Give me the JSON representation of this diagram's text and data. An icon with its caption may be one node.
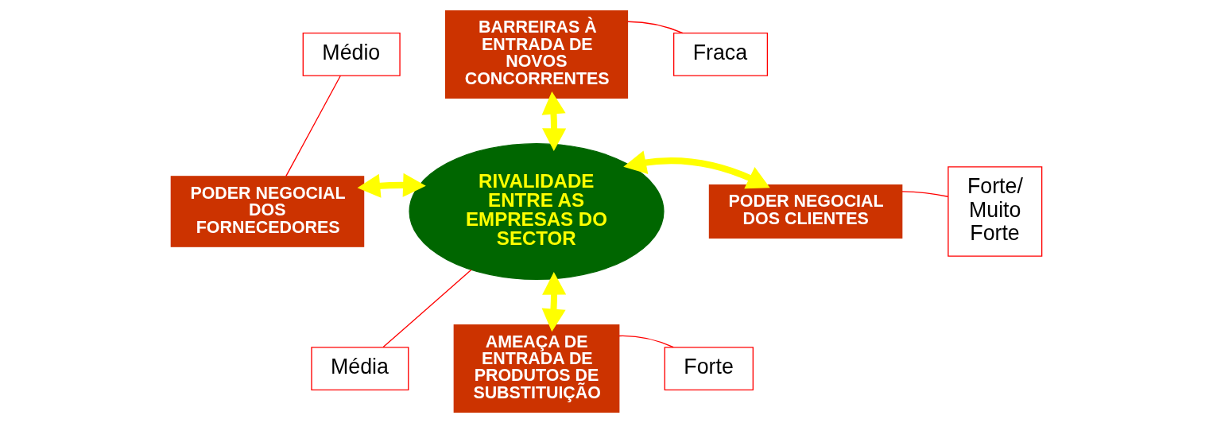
{
  "diagram": {
    "nodes": [
      {
        "text": [
          "Médio"
        ]
      },
      {
        "text": [
          "BARREIRAS À ENTRADA DE NOVOS CONCORRENTES"
        ]
      },
      {
        "text": [
          "Fraca"
        ]
      },
      {
        "text": [
          "PODER NEGOCIAL DOS FORNECEDORES"
        ]
      },
      {
        "text": [
          "RIVALIDADE ENTRE AS EMPRESAS DO SECTOR"
        ]
      },
      {
        "text": [
          "PODER NEGOCIAL DOS CLIENTES"
        ]
      },
      {
        "text": [
          "Forte/ Muito Forte"
        ]
      },
      {
        "text": [
          "Média"
        ]
      },
      {
        "text": [
          "AMEAÇA DE ENTRADA DE PRODUTOS DE SUBSTITUIÇÃO"
        ]
      },
      {
        "text": [
          "Forte"
        ]
      }
    ],
    "edges": [
      {
        "from": 0,
        "to": 3,
        "arrow": "none"
      },
      {
        "from": 1,
        "to": 2,
        "arrow": "none"
      },
      {
        "from": 4,
        "to": 1,
        "arrow": "both",
        "style": "thick",
        "color": "#ffff00"
      },
      {
        "from": 4,
        "to": 3,
        "arrow": "both",
        "style": "thick",
        "color": "#ffff00"
      },
      {
        "from": 4,
        "to": 5,
        "arrow": "both",
        "style": "thick",
        "color": "#ffff00"
      },
      {
        "from": 5,
        "to": 6,
        "arrow": "none"
      },
      {
        "from": 7,
        "to": 4,
        "arrow": "none"
      },
      {
        "from": 4,
        "to": 8,
        "arrow": "both",
        "style": "thick",
        "color": "#ffff00"
      },
      {
        "from": 8,
        "to": 9,
        "arrow": "none"
      }
    ]
  }
}
